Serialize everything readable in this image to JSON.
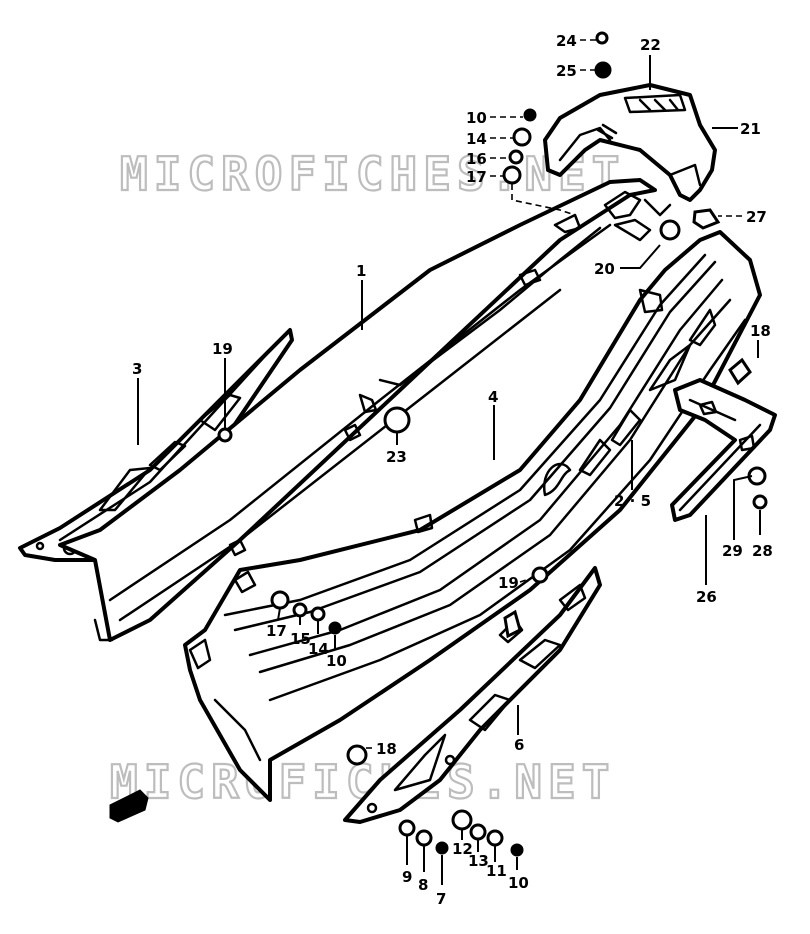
{
  "watermark": {
    "top": "MICROFICHES.NET",
    "bottom": "MICROFICHES.NET"
  },
  "labels": [
    {
      "id": "l24",
      "text": "24"
    },
    {
      "id": "l22",
      "text": "22"
    },
    {
      "id": "l25",
      "text": "25"
    },
    {
      "id": "l10a",
      "text": "10"
    },
    {
      "id": "l14a",
      "text": "14"
    },
    {
      "id": "l21",
      "text": "21"
    },
    {
      "id": "l16",
      "text": "16"
    },
    {
      "id": "l17a",
      "text": "17"
    },
    {
      "id": "l27",
      "text": "27"
    },
    {
      "id": "l20",
      "text": "20"
    },
    {
      "id": "l1",
      "text": "1"
    },
    {
      "id": "l3",
      "text": "3"
    },
    {
      "id": "l19a",
      "text": "19"
    },
    {
      "id": "l18a",
      "text": "18"
    },
    {
      "id": "l4",
      "text": "4"
    },
    {
      "id": "l23a",
      "text": "23"
    },
    {
      "id": "l25b",
      "text": "2 · 5"
    },
    {
      "id": "l29",
      "text": "29"
    },
    {
      "id": "l28",
      "text": "28"
    },
    {
      "id": "l26",
      "text": "26"
    },
    {
      "id": "l19b",
      "text": "19"
    },
    {
      "id": "l17b",
      "text": "17"
    },
    {
      "id": "l15",
      "text": "15"
    },
    {
      "id": "l14b",
      "text": "14"
    },
    {
      "id": "l10b",
      "text": "10"
    },
    {
      "id": "l6",
      "text": "6"
    },
    {
      "id": "l18b",
      "text": "18"
    },
    {
      "id": "l9",
      "text": "9"
    },
    {
      "id": "l8",
      "text": "8"
    },
    {
      "id": "l7",
      "text": "7"
    },
    {
      "id": "l12",
      "text": "12"
    },
    {
      "id": "l13",
      "text": "13"
    },
    {
      "id": "l11",
      "text": "11"
    },
    {
      "id": "l10c",
      "text": "10"
    }
  ]
}
